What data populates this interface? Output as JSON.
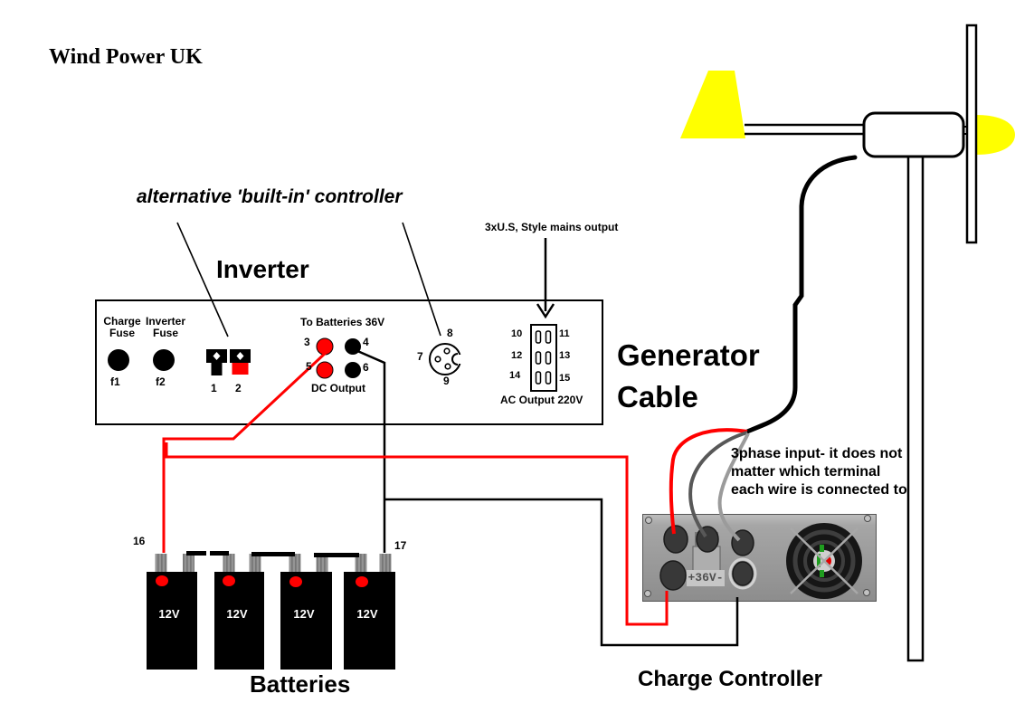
{
  "title": "Wind Power UK",
  "notes": {
    "controller": "alternative 'built-in' controller",
    "mains": "3xU.S, Style mains output",
    "generator_cable": "Generator\nCable",
    "phase": "3phase input- it does not\nmatter which terminal\neach wire is connected to"
  },
  "inverter": {
    "title": "Inverter",
    "charge_fuse": "Charge\nFuse",
    "inverter_fuse": "Inverter\nFuse",
    "f1": "f1",
    "f2": "f2",
    "to_batteries": "To Batteries 36V",
    "dc_output": "DC Output",
    "ac_output": "AC Output 220V",
    "terminals": {
      "n1": "1",
      "n2": "2",
      "n3": "3",
      "n4": "4",
      "n5": "5",
      "n6": "6",
      "n7": "7",
      "n8": "8",
      "n9": "9",
      "n10": "10",
      "n11": "11",
      "n12": "12",
      "n13": "13",
      "n14": "14",
      "n15": "15"
    }
  },
  "batteries": {
    "label": "Batteries",
    "units": [
      "12V",
      "12V",
      "12V",
      "12V"
    ],
    "pos_terminal": "16",
    "neg_terminal": "17"
  },
  "controller": {
    "label": "Charge Controller",
    "panel_text": "+36V-"
  },
  "colors": {
    "positive_wire": "#ff0000",
    "negative_wire": "#000000",
    "turbine_accent": "#ffff00",
    "phase_wire_dark": "#585858",
    "phase_wire_light": "#9b9b9b",
    "panel_gray": "#9a9a9a"
  }
}
